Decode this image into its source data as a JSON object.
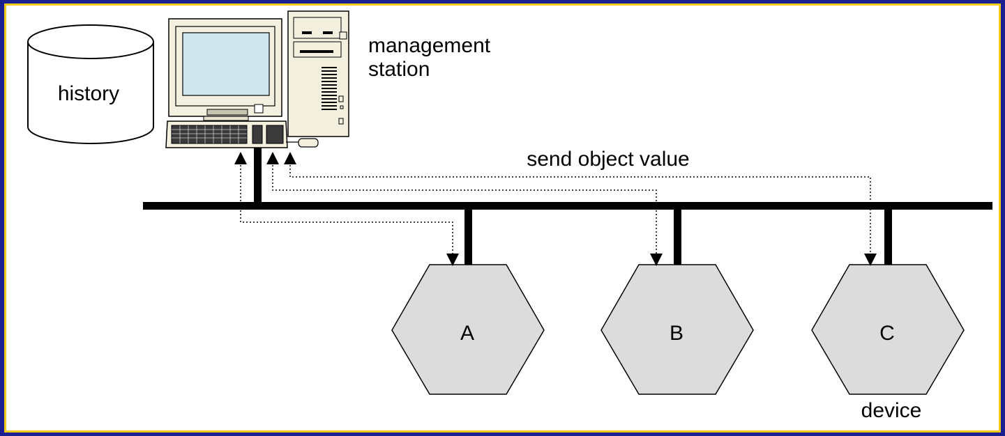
{
  "diagram": {
    "history_label": "history",
    "station_label_line1": "management",
    "station_label_line2": "station",
    "message_label": "send object value",
    "devices": [
      {
        "label": "A"
      },
      {
        "label": "B"
      },
      {
        "label": "C"
      }
    ],
    "device_caption": "device"
  },
  "colors": {
    "frame_outer": "#1b1f8f",
    "frame_inner": "#f2c81d",
    "device_fill": "#dcdcdc",
    "computer_beige": "#f3f0df",
    "screen": "#cfe6ef"
  }
}
